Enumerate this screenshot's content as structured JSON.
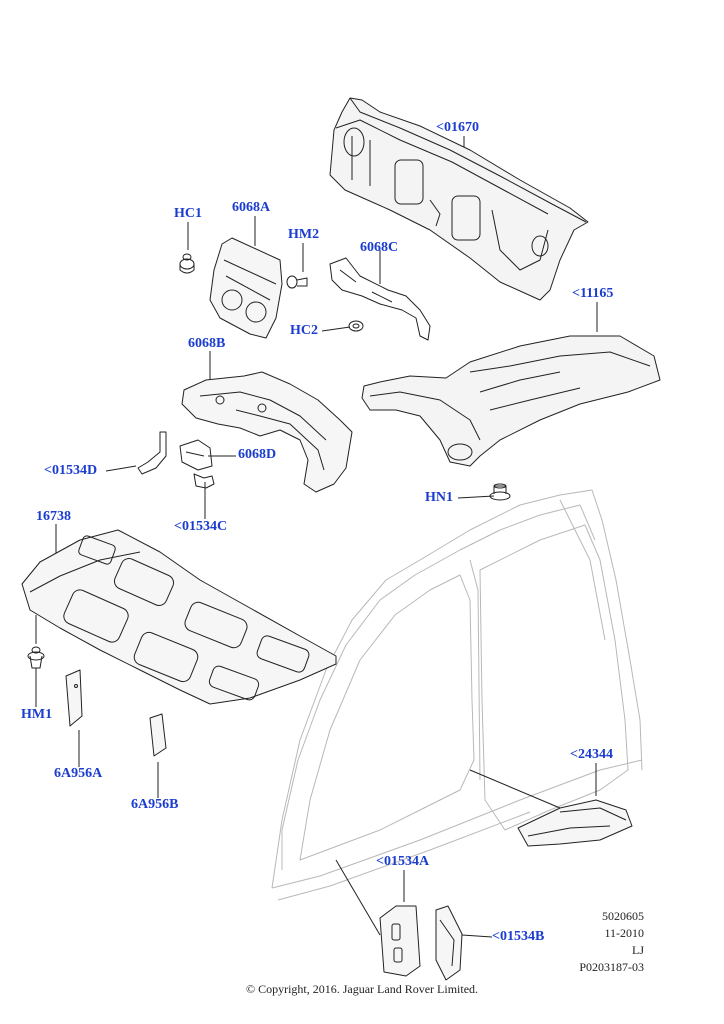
{
  "callouts": {
    "c01670": "<01670",
    "hc1": "HC1",
    "p6068a": "6068A",
    "hm2": "HM2",
    "p6068c": "6068C",
    "c11165": "<11165",
    "hc2": "HC2",
    "p6068b": "6068B",
    "c01534d": "<01534D",
    "p6068d": "6068D",
    "hn1": "HN1",
    "c01534c": "<01534C",
    "p16738": "16738",
    "hm1": "HM1",
    "p6a956a": "6A956A",
    "p6a956b": "6A956B",
    "c24344": "<24344",
    "c01534a": "<01534A",
    "c01534b": "<01534B"
  },
  "meta": {
    "code": "5020605",
    "date": "11-2010",
    "initials": "LJ",
    "ref": "P0203187-03"
  },
  "copyright": "© Copyright, 2016. Jaguar Land Rover Limited.",
  "colors": {
    "callout": "#1a3ccf",
    "line": "#222222",
    "ghost": "#b8b8b8"
  }
}
